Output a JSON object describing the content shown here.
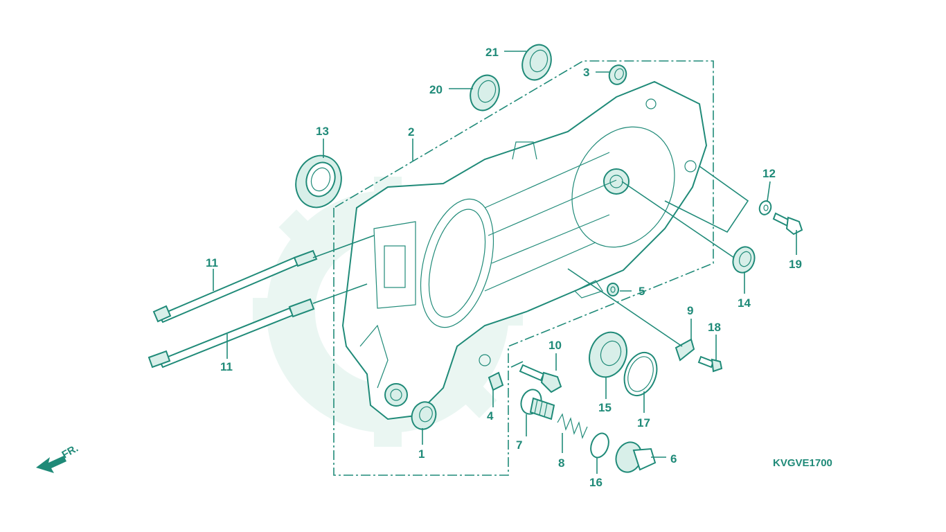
{
  "diagram_code": "KVGVE1700",
  "direction_label": "FR.",
  "callouts": [
    {
      "id": "p1",
      "text": "1"
    },
    {
      "id": "p2",
      "text": "2"
    },
    {
      "id": "p3",
      "text": "3"
    },
    {
      "id": "p4",
      "text": "4"
    },
    {
      "id": "p5",
      "text": "5"
    },
    {
      "id": "p6",
      "text": "6"
    },
    {
      "id": "p7",
      "text": "7"
    },
    {
      "id": "p8",
      "text": "8"
    },
    {
      "id": "p9",
      "text": "9"
    },
    {
      "id": "p10",
      "text": "10"
    },
    {
      "id": "p11a",
      "text": "11"
    },
    {
      "id": "p11b",
      "text": "11"
    },
    {
      "id": "p12",
      "text": "12"
    },
    {
      "id": "p13",
      "text": "13"
    },
    {
      "id": "p14",
      "text": "14"
    },
    {
      "id": "p15",
      "text": "15"
    },
    {
      "id": "p16",
      "text": "16"
    },
    {
      "id": "p17",
      "text": "17"
    },
    {
      "id": "p18",
      "text": "18"
    },
    {
      "id": "p19",
      "text": "19"
    },
    {
      "id": "p20",
      "text": "20"
    },
    {
      "id": "p21",
      "text": "21"
    }
  ],
  "colors": {
    "line": "#1f8a78",
    "watermark": "#eaf6f2"
  }
}
